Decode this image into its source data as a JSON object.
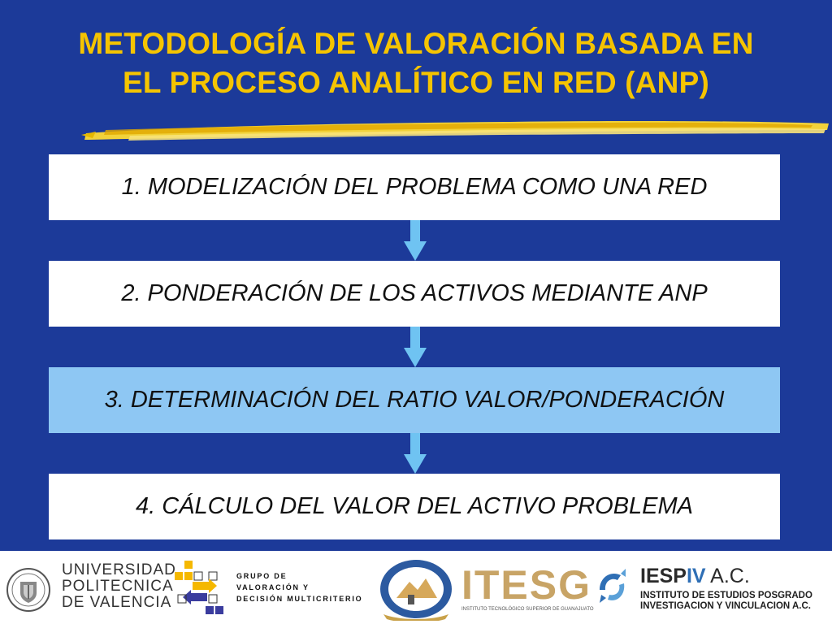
{
  "title": {
    "line1": "METODOLOGÍA DE VALORACIÓN BASADA EN",
    "line2": "EL PROCESO ANALÍTICO EN RED (ANP)"
  },
  "steps": [
    {
      "label": "1. MODELIZACIÓN DEL PROBLEMA COMO UNA RED",
      "highlighted": false
    },
    {
      "label": "2. PONDERACIÓN DE LOS ACTIVOS MEDIANTE ANP",
      "highlighted": false
    },
    {
      "label": "3. DETERMINACIÓN DEL RATIO VALOR/PONDERACIÓN",
      "highlighted": true
    },
    {
      "label": "4. CÁLCULO DEL VALOR DEL ACTIVO PROBLEMA",
      "highlighted": false
    }
  ],
  "logos": {
    "upv": {
      "lines": [
        "UNIVERSIDAD",
        "POLITECNICA",
        "DE VALENCIA"
      ],
      "icon": "university-seal-icon"
    },
    "grupo": {
      "lines": [
        "GRUPO DE",
        "VALORACIÓN Y",
        "DECISIÓN MULTICRITERIO"
      ],
      "icon": "arrows-boxes-icon"
    },
    "itesg": {
      "name": "ITESG",
      "subtitle": "INSTITUTO TECNOLÓGICO SUPERIOR DE GUANAJUATO",
      "icon": "itesg-seal-icon"
    },
    "iespiv": {
      "name_a": "IESP",
      "name_b": "IV",
      "name_c": " A.C.",
      "lines": [
        "INSTITUTO DE ESTUDIOS POSGRADO",
        "INVESTIGACION Y VINCULACION A.C."
      ],
      "icon": "iespiv-swirl-icon"
    }
  },
  "colors": {
    "background": "#1c3a99",
    "title": "#f5c400",
    "box": "#ffffff",
    "highlight_box": "#8ec7f3",
    "arrow": "#6fc3f2"
  }
}
